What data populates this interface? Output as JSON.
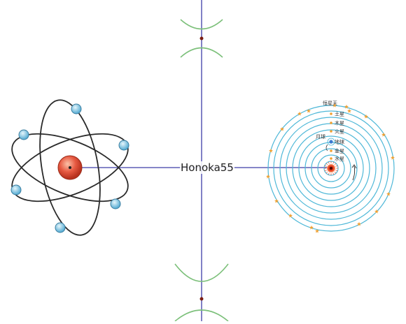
{
  "center_label": "Honoka55",
  "geocentric": {
    "outer_label": "恒星天",
    "planets": [
      "土星",
      "木星",
      "火星",
      "地球",
      "金星",
      "水星"
    ],
    "moon_label": "月球"
  },
  "colors": {
    "axis": "#3d3da8",
    "hyperbola": "#7cc07a",
    "orbit": "#4fb8d8",
    "nucleus": "#e0503a",
    "electron": "#7fc4e0",
    "star": "#f0a030",
    "sun": "#e84020"
  }
}
